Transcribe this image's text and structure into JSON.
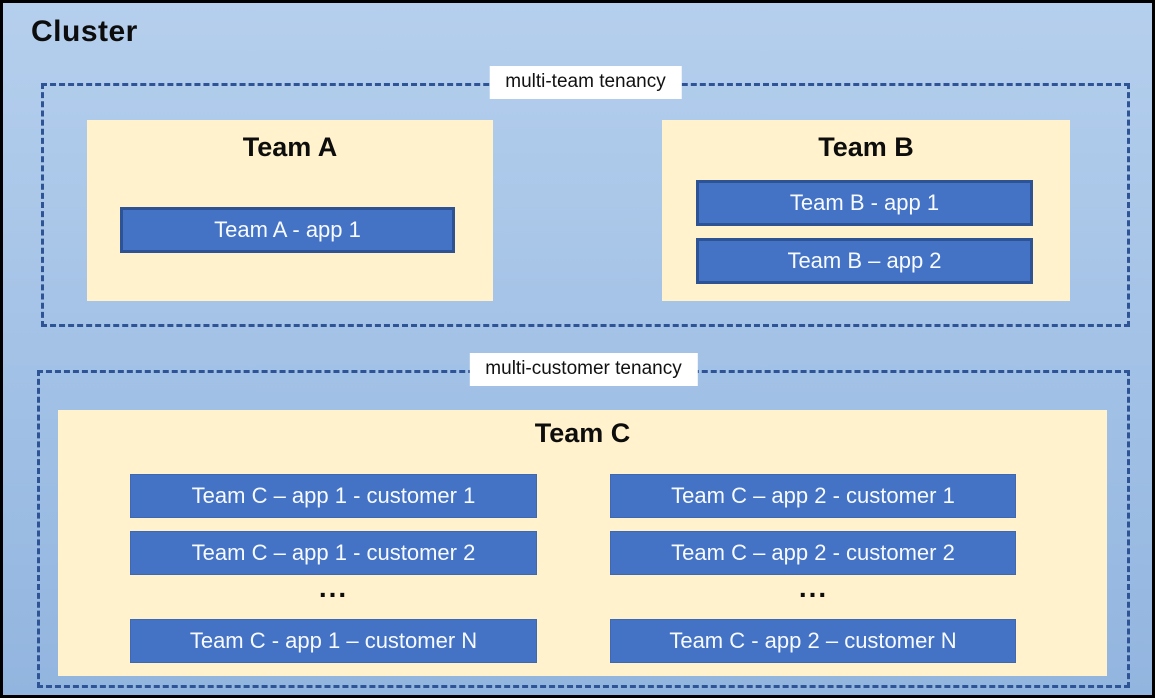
{
  "colors": {
    "bg-top": "#B5CFED",
    "bg-bottom": "#92B5DF",
    "dashed": "#2F5496",
    "cream": "#FFF2CC",
    "app-fill": "#4472C4",
    "app-border": "#2E5395",
    "app-border-thin": "#3E69B0",
    "label-bg": "#FFFFFF"
  },
  "cluster": {
    "title": "Cluster"
  },
  "zones": [
    {
      "label": "multi-team tenancy",
      "teams": [
        {
          "name": "Team A",
          "apps": [
            "Team A - app 1"
          ]
        },
        {
          "name": "Team B",
          "apps": [
            "Team B - app 1",
            "Team B – app 2"
          ]
        }
      ]
    },
    {
      "label": "multi-customer tenancy",
      "team": {
        "name": "Team C",
        "columns": [
          {
            "rows": [
              "Team C – app 1 - customer 1",
              "Team C – app 1 - customer 2"
            ],
            "ellipsis": "...",
            "last_row": "Team C - app 1 – customer N"
          },
          {
            "rows": [
              "Team C – app 2 - customer 1",
              "Team C – app 2 - customer 2"
            ],
            "ellipsis": "...",
            "last_row": "Team C - app 2 – customer N"
          }
        ]
      }
    }
  ]
}
